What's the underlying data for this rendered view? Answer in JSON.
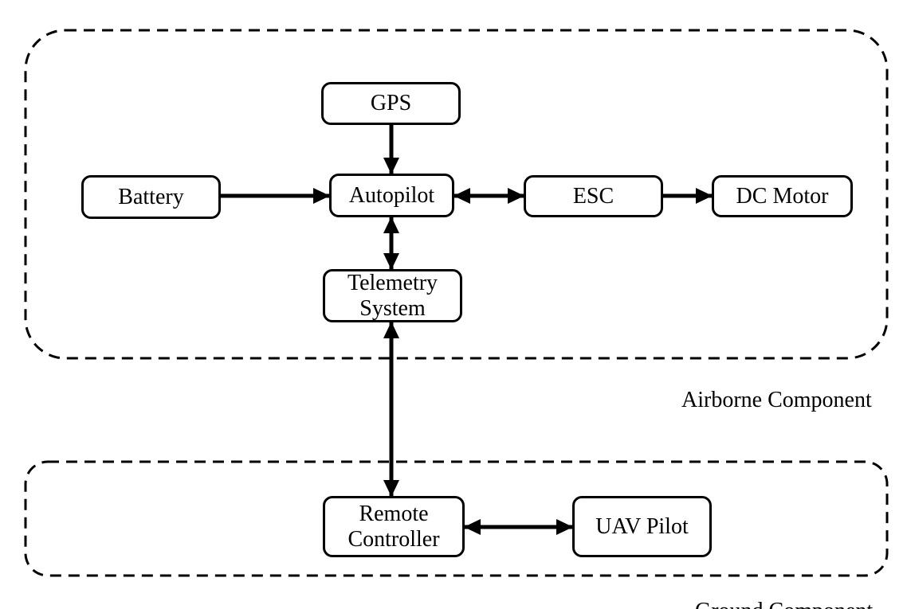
{
  "diagram": {
    "groups": {
      "airborne": {
        "label": "Airborne Component"
      },
      "ground": {
        "label": "Ground Component"
      }
    },
    "nodes": {
      "gps": {
        "label": "GPS"
      },
      "battery": {
        "label": "Battery"
      },
      "autopilot": {
        "label": "Autopilot"
      },
      "esc": {
        "label": "ESC"
      },
      "dc_motor": {
        "label": "DC Motor"
      },
      "telemetry": {
        "label": "Telemetry System"
      },
      "remote_controller": {
        "label": "Remote Controller"
      },
      "uav_pilot": {
        "label": "UAV Pilot"
      }
    },
    "edges": [
      {
        "from": "GPS",
        "to": "Autopilot",
        "type": "arrow"
      },
      {
        "from": "Battery",
        "to": "Autopilot",
        "type": "arrow"
      },
      {
        "from": "Autopilot",
        "to": "ESC",
        "type": "double-arrow"
      },
      {
        "from": "ESC",
        "to": "DC Motor",
        "type": "arrow"
      },
      {
        "from": "Autopilot",
        "to": "Telemetry System",
        "type": "double-arrow"
      },
      {
        "from": "Telemetry System",
        "to": "Remote Controller",
        "type": "double-arrow"
      },
      {
        "from": "Remote Controller",
        "to": "UAV Pilot",
        "type": "double-arrow"
      }
    ],
    "colors": {
      "line": "#000000",
      "text": "#000000",
      "background": "#ffffff"
    }
  }
}
